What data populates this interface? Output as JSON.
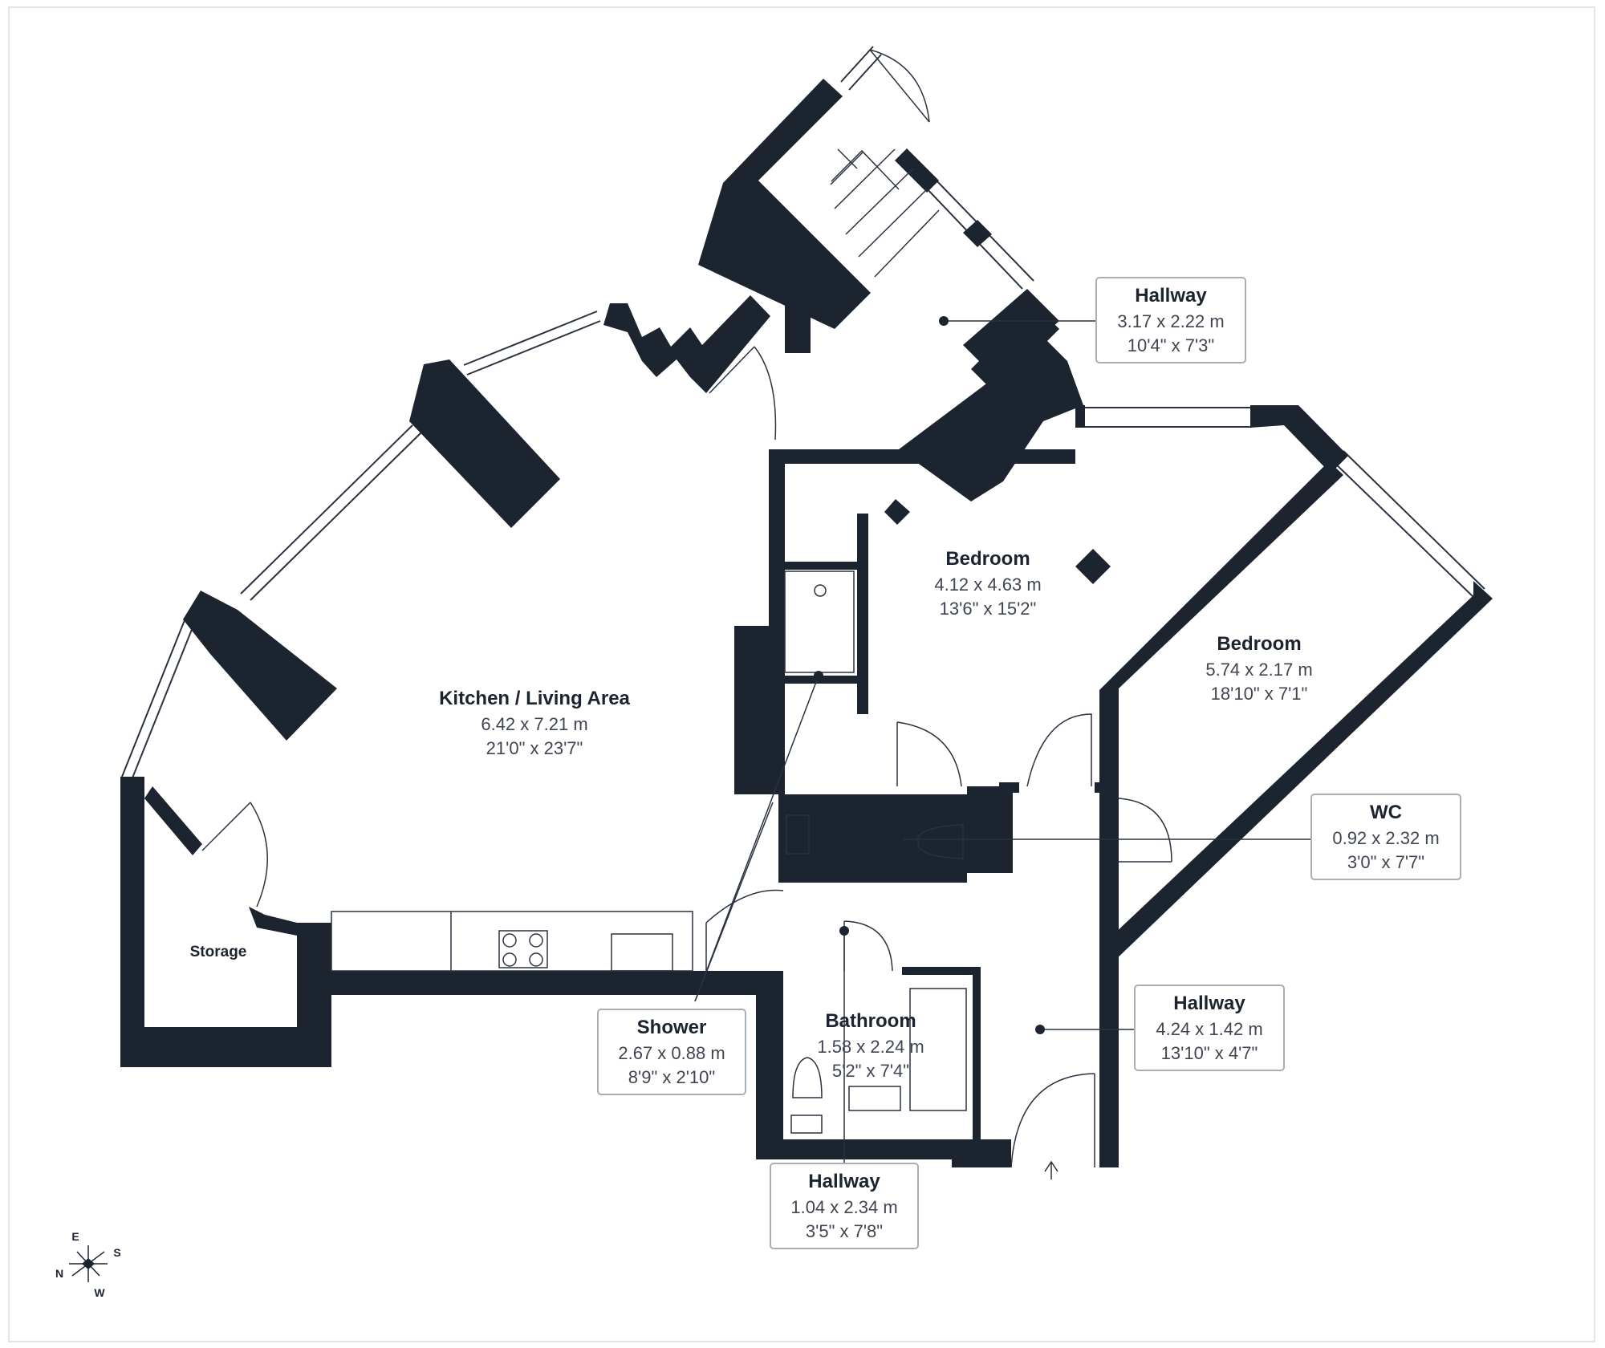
{
  "colors": {
    "wall": "#1c2430",
    "line": "#2a3240",
    "label_border": "#a9adb4",
    "background": "#ffffff"
  },
  "rooms": {
    "hallway_top": {
      "name": "Hallway",
      "metric": "3.17 x 2.22 m",
      "imperial": "10'4\" x 7'3\""
    },
    "kitchen": {
      "name": "Kitchen / Living Area",
      "metric": "6.42 x 7.21 m",
      "imperial": "21'0\" x 23'7\""
    },
    "bedroom_1": {
      "name": "Bedroom",
      "metric": "4.12 x 4.63 m",
      "imperial": "13'6\" x 15'2\""
    },
    "bedroom_2": {
      "name": "Bedroom",
      "metric": "5.74 x 2.17 m",
      "imperial": "18'10\" x 7'1\""
    },
    "wc": {
      "name": "WC",
      "metric": "0.92 x 2.32 m",
      "imperial": "3'0\" x 7'7\""
    },
    "storage": {
      "name": "Storage"
    },
    "shower": {
      "name": "Shower",
      "metric": "2.67 x 0.88 m",
      "imperial": "8'9\" x 2'10\""
    },
    "bathroom": {
      "name": "Bathroom",
      "metric": "1.58 x 2.24 m",
      "imperial": "5'2\" x 7'4\""
    },
    "hallway_right": {
      "name": "Hallway",
      "metric": "4.24 x 1.42 m",
      "imperial": "13'10\" x 4'7\""
    },
    "hallway_bottom": {
      "name": "Hallway",
      "metric": "1.04 x 2.34 m",
      "imperial": "3'5\" x 7'8\""
    }
  },
  "compass": {
    "north": "N",
    "east": "E",
    "south": "S",
    "west": "W"
  }
}
